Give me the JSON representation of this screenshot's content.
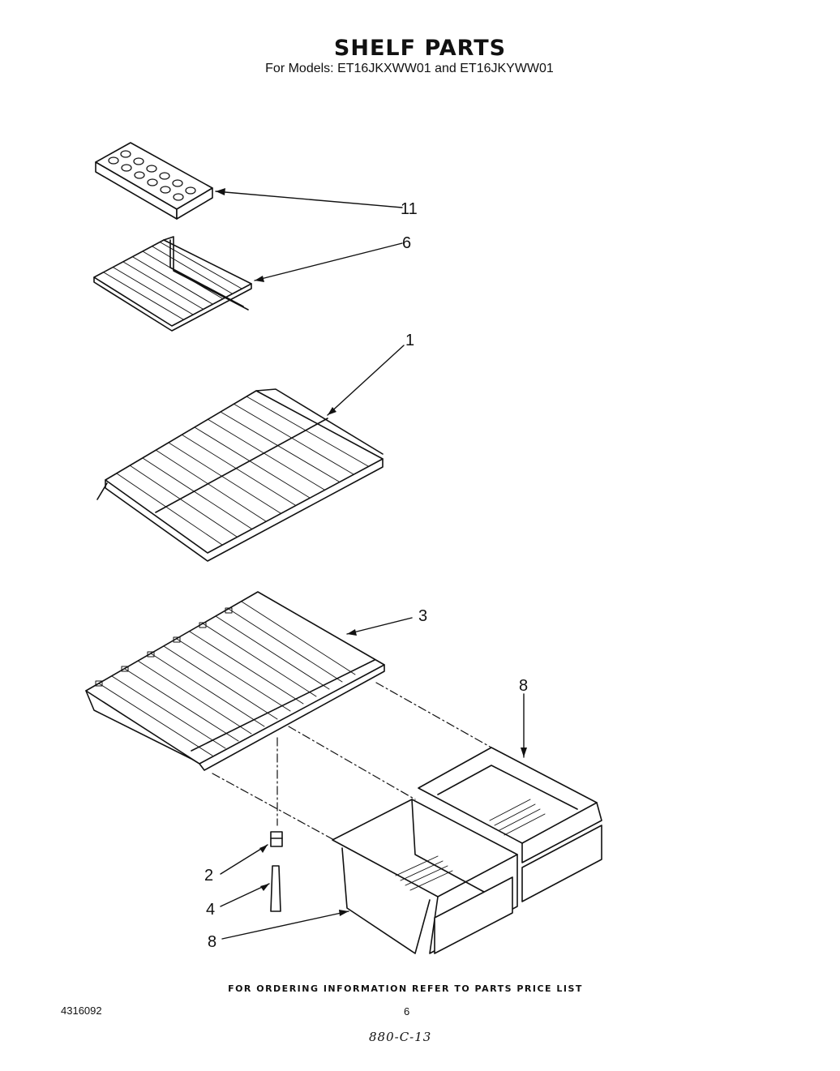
{
  "header": {
    "title": "SHELF PARTS",
    "subtitle": "For Models: ET16JKXWW01 and ET16JKYWW01"
  },
  "callouts": [
    {
      "id": "c11",
      "label": "11"
    },
    {
      "id": "c6",
      "label": "6"
    },
    {
      "id": "c1",
      "label": "1"
    },
    {
      "id": "c3",
      "label": "3"
    },
    {
      "id": "c8a",
      "label": "8"
    },
    {
      "id": "c2",
      "label": "2"
    },
    {
      "id": "c4",
      "label": "4"
    },
    {
      "id": "c8b",
      "label": "8"
    }
  ],
  "footer": {
    "note": "FOR ORDERING INFORMATION REFER TO PARTS PRICE LIST",
    "doc_number": "4316092",
    "page": "6",
    "handwritten": "880-C-13"
  }
}
